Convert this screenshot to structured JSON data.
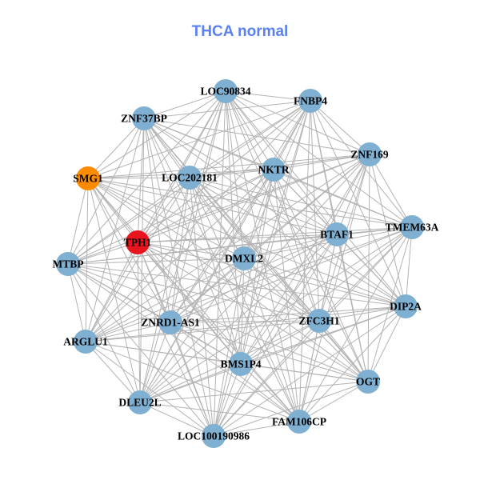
{
  "title": "THCA normal",
  "colors": {
    "default": "#7fb0d2",
    "edge": "#b3b3b3",
    "title": "#5b80ef"
  },
  "nodes": [
    {
      "id": "LOC90834",
      "color": "#7fb0d2"
    },
    {
      "id": "FNBP4",
      "color": "#7fb0d2"
    },
    {
      "id": "ZNF37BP",
      "color": "#7fb0d2"
    },
    {
      "id": "ZNF169",
      "color": "#7fb0d2"
    },
    {
      "id": "SMG1",
      "color": "#ff8c00"
    },
    {
      "id": "LOC202181",
      "color": "#7fb0d2"
    },
    {
      "id": "NKTR",
      "color": "#7fb0d2"
    },
    {
      "id": "TMEM63A",
      "color": "#7fb0d2"
    },
    {
      "id": "BTAF1",
      "color": "#7fb0d2"
    },
    {
      "id": "TPH1",
      "color": "#e8141e"
    },
    {
      "id": "DMXL2",
      "color": "#7fb0d2"
    },
    {
      "id": "MTBP",
      "color": "#7fb0d2"
    },
    {
      "id": "DIP2A",
      "color": "#7fb0d2"
    },
    {
      "id": "ZNRD1-AS1",
      "color": "#7fb0d2"
    },
    {
      "id": "ZFC3H1",
      "color": "#7fb0d2"
    },
    {
      "id": "ARGLU1",
      "color": "#7fb0d2"
    },
    {
      "id": "BMS1P4",
      "color": "#7fb0d2"
    },
    {
      "id": "OGT",
      "color": "#7fb0d2"
    },
    {
      "id": "DLEU2L",
      "color": "#7fb0d2"
    },
    {
      "id": "FAM106CP",
      "color": "#7fb0d2"
    },
    {
      "id": "LOC100190986",
      "color": "#7fb0d2"
    }
  ]
}
